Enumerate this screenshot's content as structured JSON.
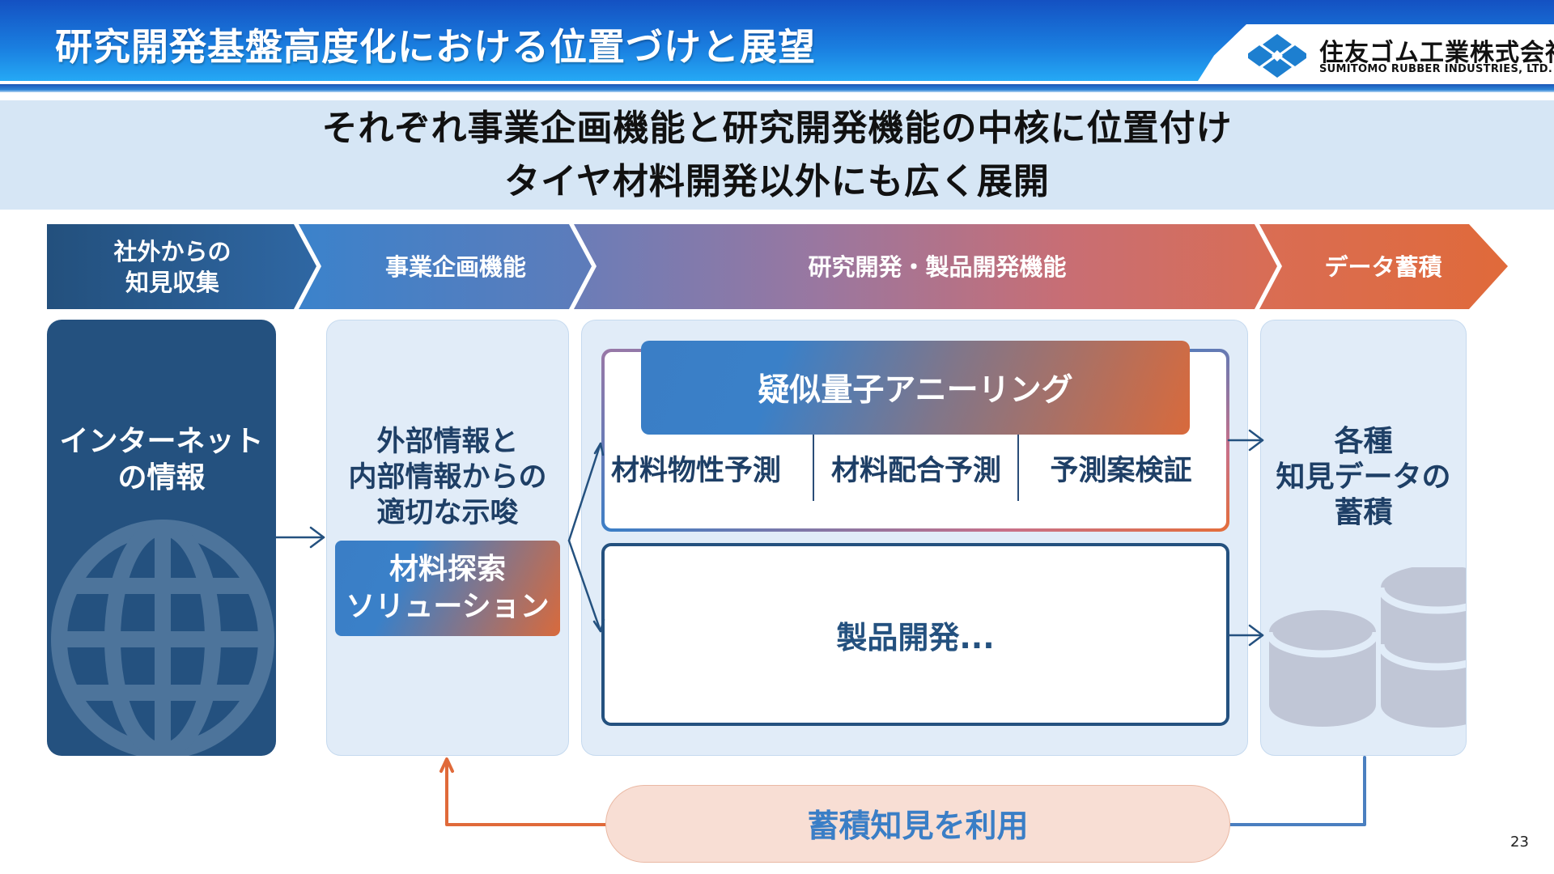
{
  "header": {
    "title": "研究開発基盤高度化における位置づけと展望",
    "logo": {
      "name_jp": "住友ゴム工業株式会社",
      "name_en": "SUMITOMO RUBBER INDUSTRIES, LTD.",
      "mark_icon": "sumitomo-diamond-logo",
      "mark_color": "#1d7fd0"
    }
  },
  "subtitle": {
    "line1": "それぞれ事業企画機能と研究開発機能の中核に位置付け",
    "line2": "タイヤ材料開発以外にも広く展開"
  },
  "stages": [
    {
      "label_line1": "社外からの",
      "label_line2": "知見収集"
    },
    {
      "label": "事業企画機能"
    },
    {
      "label": "研究開発・製品開発機能"
    },
    {
      "label": "データ蓄積"
    }
  ],
  "cards": {
    "internet": {
      "line1": "インターネット",
      "line2": "の情報",
      "icon": "globe-icon"
    },
    "business": {
      "line1": "外部情報と",
      "line2": "内部情報からの",
      "line3": "適切な示唆",
      "solution_line1": "材料探索",
      "solution_line2": "ソリューション"
    },
    "rd": {
      "annealing": "疑似量子アニーリング",
      "sub_items": [
        "材料物性予測",
        "材料配合予測",
        "予測案検証"
      ],
      "product_dev": "製品開発..."
    },
    "data": {
      "line1": "各種",
      "line2": "知見データの",
      "line3": "蓄積",
      "icon": "database-icon"
    }
  },
  "feedback": {
    "label": "蓄積知見を利用"
  },
  "page_number": "23",
  "colors": {
    "dark_blue": "#24517f",
    "mid_blue": "#3a7ec6",
    "orange": "#e06a3a",
    "light_panel": "#e1ecf8",
    "subtitle_band": "#d6e6f5",
    "pill_fill": "#f8ded4"
  }
}
